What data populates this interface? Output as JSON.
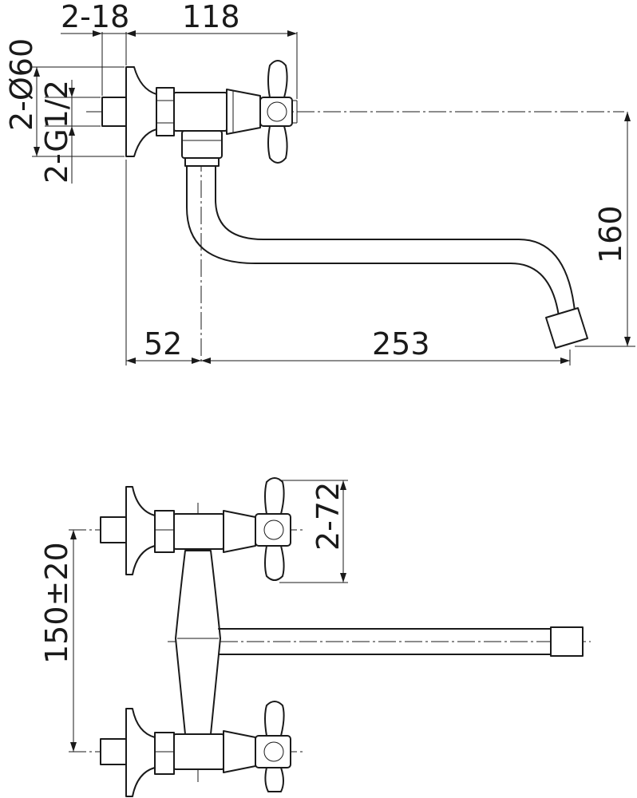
{
  "top_view": {
    "dim_thread_pitch": "2-18",
    "dim_handle_offset": "118",
    "dim_flange_diameter": "2-Ø60",
    "dim_thread": "2-G1/2",
    "dim_spout_height": "160",
    "dim_wall_offset": "52",
    "dim_spout_reach": "253"
  },
  "front_view": {
    "dim_handle_span": "2-72",
    "dim_inlet_spacing": "150±20"
  }
}
